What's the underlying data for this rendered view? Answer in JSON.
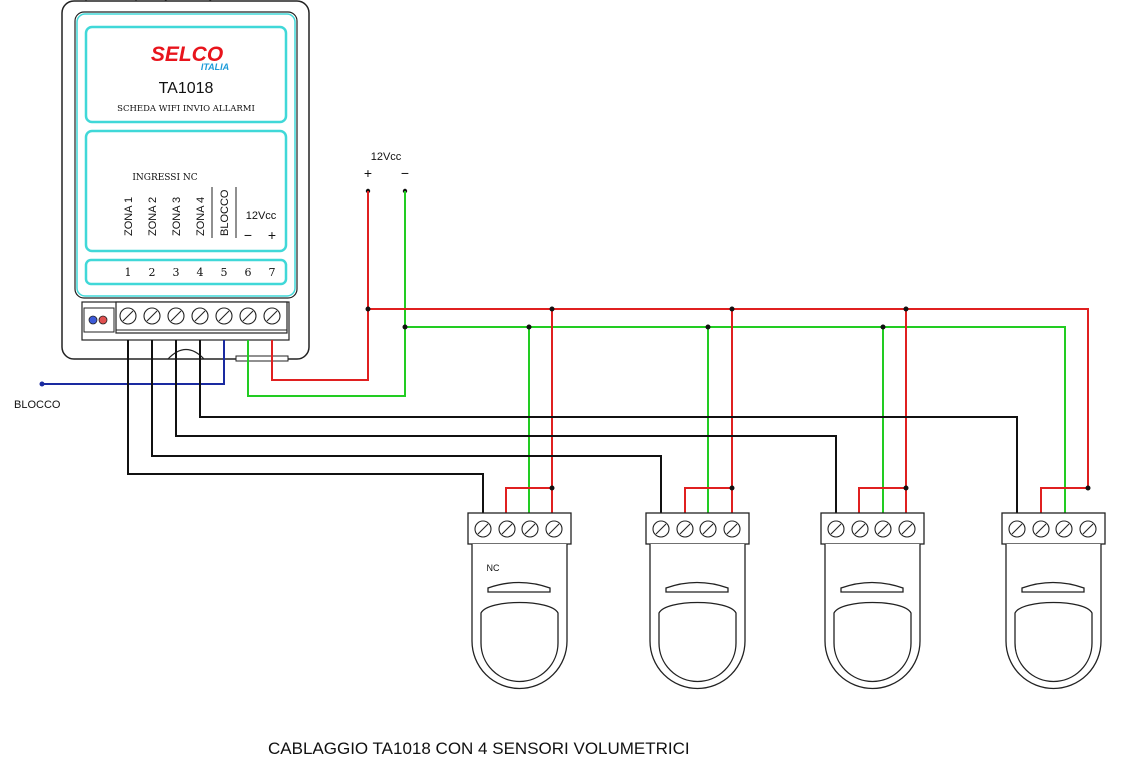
{
  "device": {
    "brand_main": "SELCO",
    "brand_sub": "ITALIA",
    "model": "TA1018",
    "description": "SCHEDA WIFI INVIO ALLARMI",
    "inputs_label": "INGRESSI NC",
    "inputs": [
      {
        "label": "ZONA 1",
        "number": "1"
      },
      {
        "label": "ZONA 2",
        "number": "2"
      },
      {
        "label": "ZONA 3",
        "number": "3"
      },
      {
        "label": "ZONA 4",
        "number": "4"
      },
      {
        "label": "BLOCCO",
        "number": "5"
      }
    ],
    "power_label": "12Vcc",
    "power_minus": "−",
    "power_plus": "+",
    "power_numbers": [
      "6",
      "7"
    ]
  },
  "supply": {
    "label": "12Vcc",
    "plus": "+",
    "minus": "−"
  },
  "blocco_label": "BLOCCO",
  "sensor_contact_label": "NC",
  "caption": "CABLAGGIO TA1018 CON 4 SENSORI VOLUMETRICI",
  "colors": {
    "positive_wire": "#e02020",
    "negative_wire": "#22cc22",
    "zone_wire": "#111111",
    "blocco_wire": "#1a2aa0",
    "panel_border": "#40d8d8",
    "brand_red": "#e8141c",
    "brand_blue": "#1a9ad8"
  }
}
